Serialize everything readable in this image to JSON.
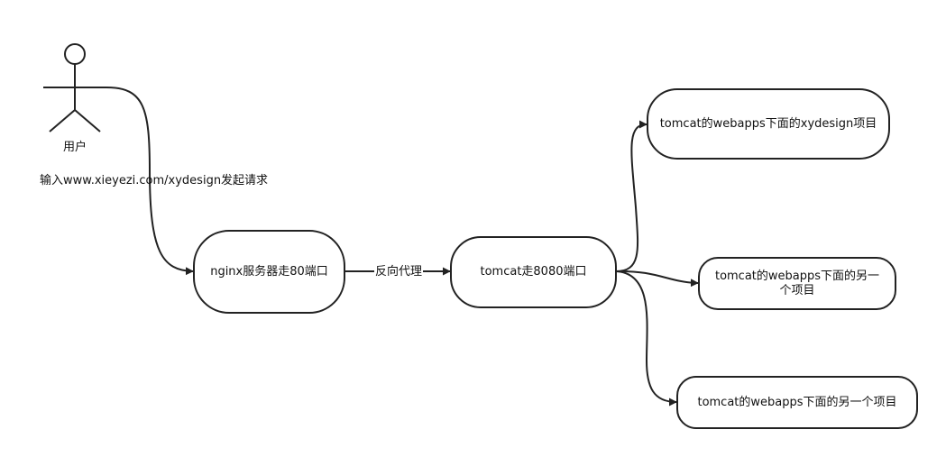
{
  "actor": {
    "label": "用户"
  },
  "request_label": "输入www.xieyezi.com/xydesign发起请求",
  "nodes": {
    "nginx": "nginx服务器走80端口",
    "tomcat": "tomcat走8080端口",
    "app1": "tomcat的webapps下面的xydesign项目",
    "app2": "tomcat的webapps下面的另一个项目",
    "app3": "tomcat的webapps下面的另一个项目"
  },
  "edges": {
    "proxy_label": "反向代理"
  },
  "colors": {
    "stroke": "#222222",
    "background": "#ffffff"
  }
}
